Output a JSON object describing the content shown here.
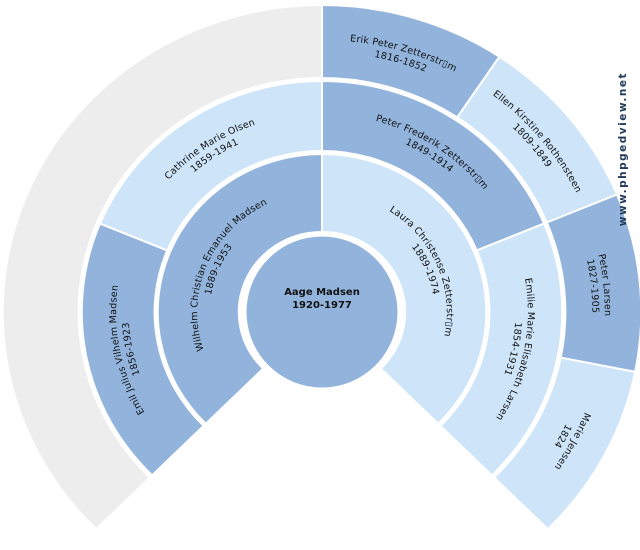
{
  "app": {
    "watermark": "www.phpgedview.net"
  },
  "palette": {
    "male": "#92b4dc",
    "female": "#cde4f9",
    "empty": "#ededed",
    "border": "#ffffff",
    "label": "#111111",
    "watermark": "#223a5a"
  },
  "fan": {
    "type": "fan-genealogy",
    "span_degrees": 270,
    "generations": 4,
    "center": {
      "name": "Aage Madsen",
      "dates": "1920-1977",
      "sex": "male"
    },
    "segments": [
      {
        "ring": 1,
        "start": 225,
        "end": 360,
        "name": "Wilhelm Christian Emanuel Madsen",
        "dates": "1889-1953",
        "sex": "male"
      },
      {
        "ring": 1,
        "start": 0,
        "end": 135,
        "name": "Laura Christense Zetterstr▯m",
        "dates": "1889-1974",
        "sex": "female"
      },
      {
        "ring": 2,
        "start": 225,
        "end": 292.5,
        "name": "Emil Julius Vilhelm Madsen",
        "dates": "1856-1923",
        "sex": "male"
      },
      {
        "ring": 2,
        "start": 292.5,
        "end": 360,
        "name": "Cathrine Marie Olsen",
        "dates": "1859-1941",
        "sex": "female"
      },
      {
        "ring": 2,
        "start": 0,
        "end": 67.5,
        "name": "Peter Frederik Zetterstr▯m",
        "dates": "1849-1914",
        "sex": "male"
      },
      {
        "ring": 2,
        "start": 67.5,
        "end": 135,
        "name": "Emilie Marie Elisabeth Larsen",
        "dates": "1854-1931",
        "sex": "female"
      },
      {
        "ring": 3,
        "start": 225,
        "end": 360,
        "name": "",
        "dates": "",
        "sex": "empty"
      },
      {
        "ring": 3,
        "start": 0,
        "end": 33.75,
        "name": "Erik Peter Zetterstr▯m",
        "dates": "1816-1852",
        "sex": "male"
      },
      {
        "ring": 3,
        "start": 33.75,
        "end": 67.5,
        "name": "Ellen Kirstine Rothensteen",
        "dates": "1809-1849",
        "sex": "female"
      },
      {
        "ring": 3,
        "start": 67.5,
        "end": 101.25,
        "name": "Peter Larsen",
        "dates": "1827-1905",
        "sex": "male"
      },
      {
        "ring": 3,
        "start": 101.25,
        "end": 135,
        "name": "Marie Jensen",
        "dates": "1824",
        "sex": "female"
      }
    ]
  }
}
